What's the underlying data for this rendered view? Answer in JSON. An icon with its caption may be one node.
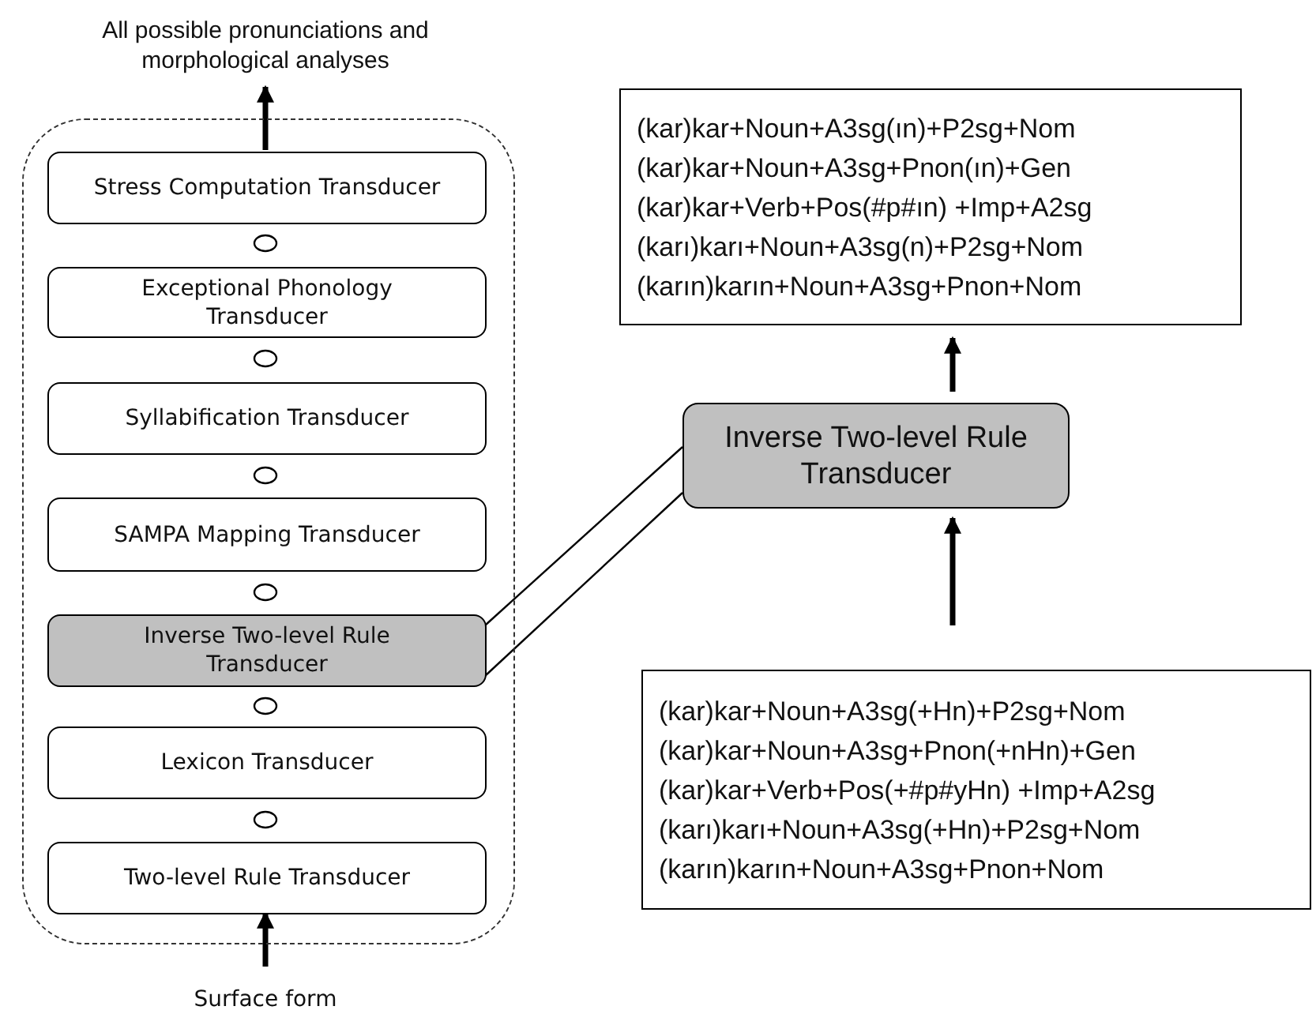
{
  "diagram": {
    "nodes": [
      {
        "text": [
          "All possible pronunciations and morphological analyses"
        ]
      },
      {
        "text": [],
        "shape": "box"
      },
      {
        "text": [
          "Stress Computation Transducer"
        ],
        "in": 1
      },
      {
        "text": [
          "Exceptional Phonology Transducer"
        ],
        "in": 1
      },
      {
        "text": [
          "Syllabification Transducer"
        ],
        "in": 1
      },
      {
        "text": [
          "SAMPA Mapping Transducer"
        ],
        "in": 1
      },
      {
        "text": [
          "Inverse Two-level Rule Transducer"
        ],
        "in": 1
      },
      {
        "text": [
          "Lexicon Transducer"
        ],
        "in": 1
      },
      {
        "text": [
          "Two-level Rule Transducer"
        ],
        "in": 1
      },
      {
        "text": [
          "Surface form"
        ]
      },
      {
        "text": [
          "(kar)kar+Noun+A3sg(ın)+P2sg+Nom",
          "(kar)kar+Noun+A3sg+Pnon(ın)+Gen",
          "(kar)kar+Verb+Pos(#p#ın) +Imp+A2sg",
          "(karı)karı+Noun+A3sg(n)+P2sg+Nom",
          "(karın)karın+Noun+A3sg+Pnon+Nom"
        ]
      },
      {
        "text": [
          "Inverse Two-level Rule Transducer"
        ]
      },
      {
        "text": [
          "(kar)kar+Noun+A3sg(+Hn)+P2sg+Nom",
          "(kar)kar+Noun+A3sg+Pnon(+nHn)+Gen",
          "(kar)kar+Verb+Pos(+#p#yHn) +Imp+A2sg",
          "(karı)karı+Noun+A3sg(+Hn)+P2sg+Nom",
          "(karın)karın+Noun+A3sg+Pnon+Nom"
        ]
      }
    ],
    "edges": [
      {
        "from": 9,
        "to": 8,
        "arrow": "to"
      },
      {
        "from": 2,
        "to": 0,
        "arrow": "to"
      },
      {
        "from": 6,
        "to": 11,
        "arrow": "none"
      },
      {
        "from": 6,
        "to": 11,
        "arrow": "none"
      },
      {
        "from": 12,
        "to": 11,
        "arrow": "to"
      },
      {
        "from": 11,
        "to": 10,
        "arrow": "to"
      }
    ]
  }
}
